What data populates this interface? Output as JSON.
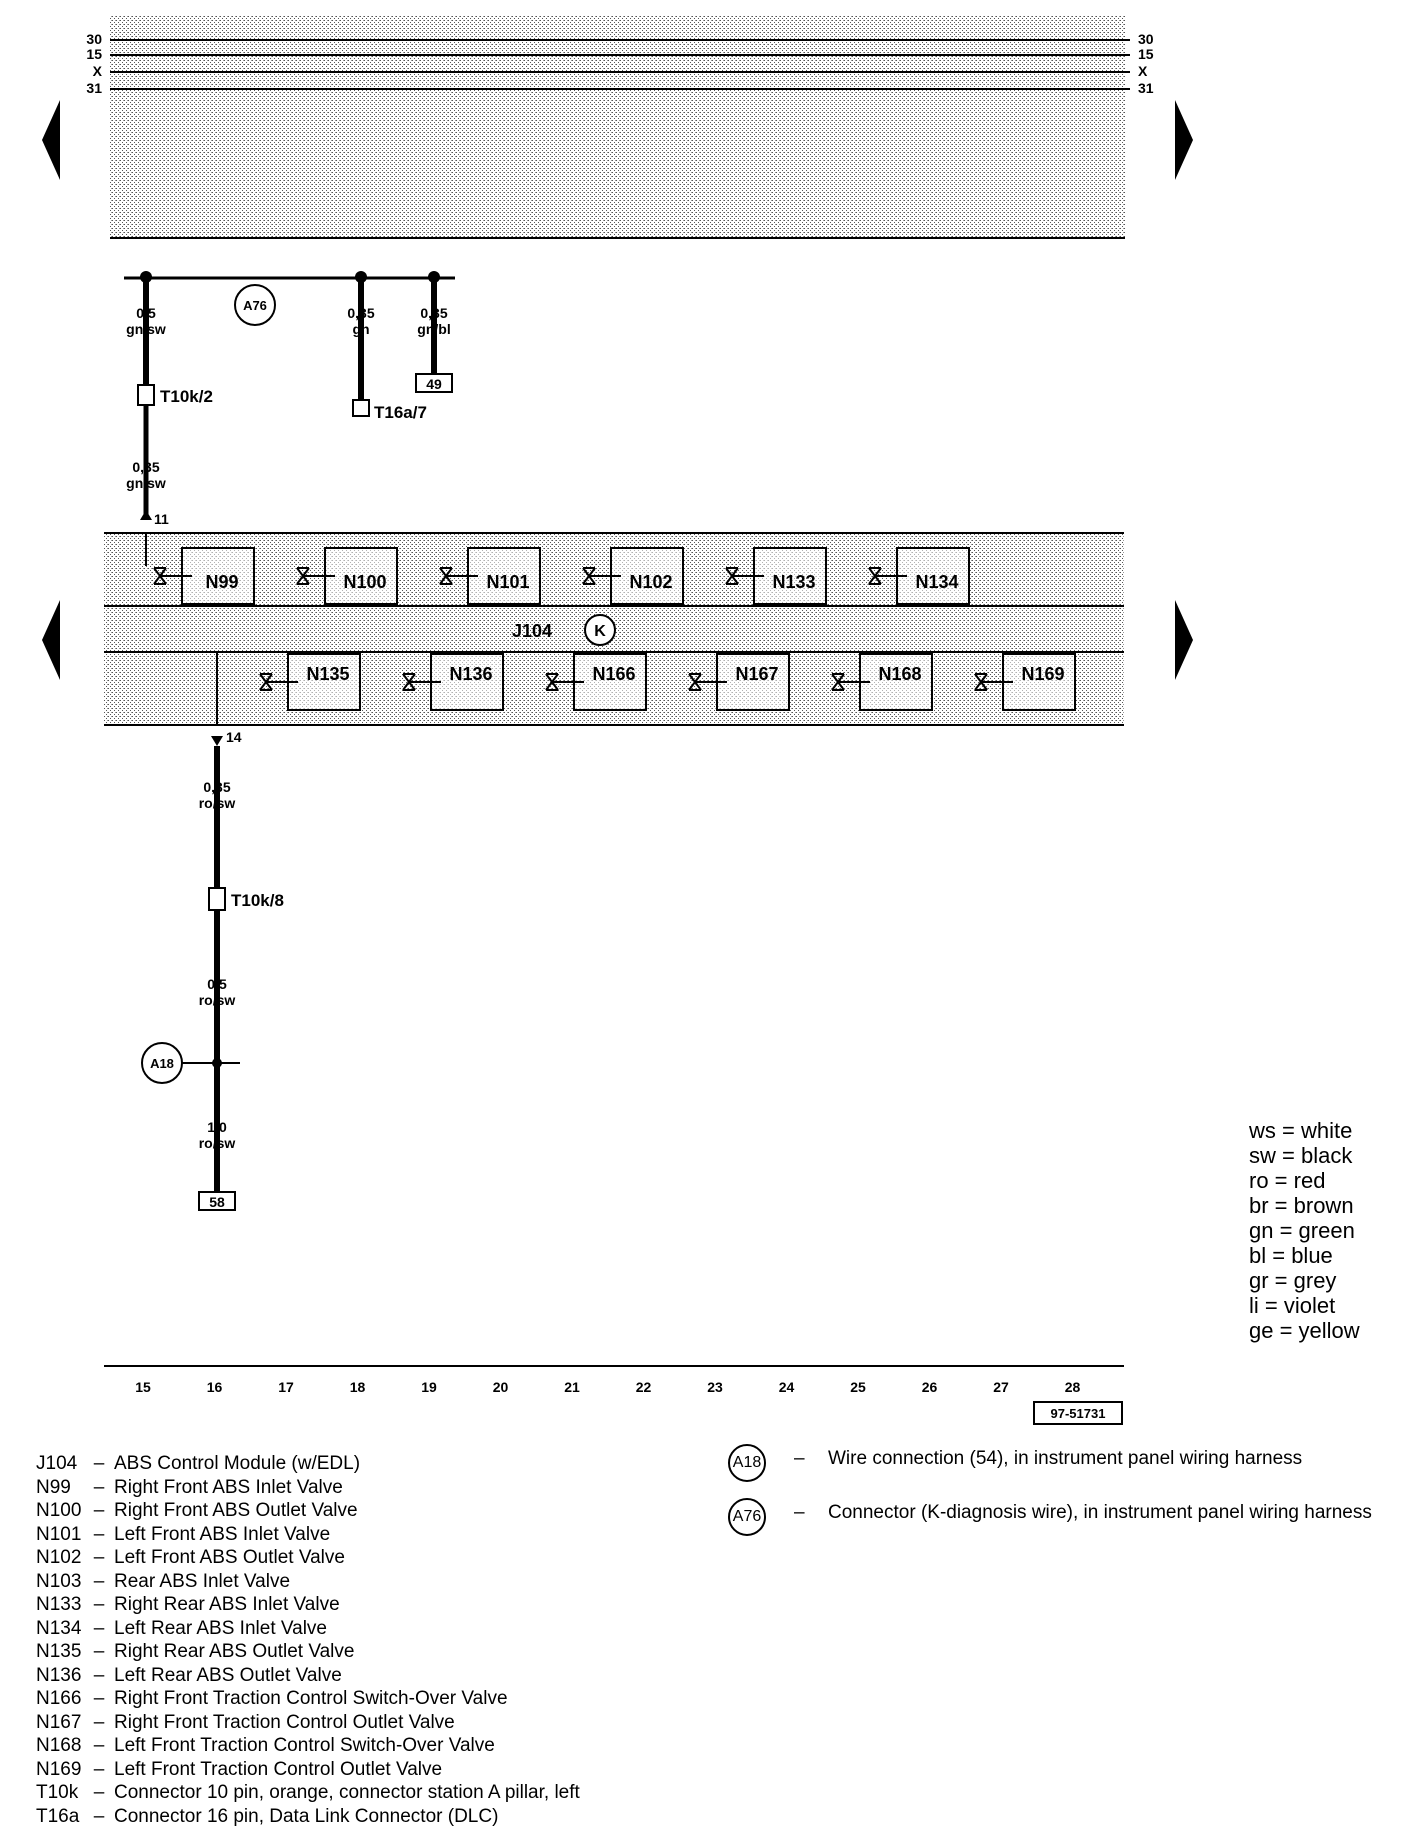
{
  "top_bus": {
    "left_labels": [
      "30",
      "15",
      "X",
      "31"
    ],
    "right_labels": [
      "30",
      "15",
      "X",
      "31"
    ]
  },
  "wires": {
    "w1": {
      "size": "0,5",
      "color": "gn/sw"
    },
    "w2": {
      "size": "0,35",
      "color": "gn"
    },
    "w3": {
      "size": "0,35",
      "color": "gn/bl"
    },
    "w4": {
      "size": "0,35",
      "color": "gn/sw"
    },
    "w5": {
      "size": "0,35",
      "color": "ro/sw"
    },
    "w6": {
      "size": "0,5",
      "color": "ro/sw"
    },
    "w7": {
      "size": "1,0",
      "color": "ro/sw"
    }
  },
  "connectors": {
    "a76": "A76",
    "a18": "A18",
    "t10k2": "T10k/2",
    "t16a7": "T16a/7",
    "t10k8": "T10k/8",
    "ref49": "49",
    "ref58": "58",
    "pin11": "11",
    "pin14": "14"
  },
  "module": {
    "label": "J104",
    "top_valves": [
      "N99",
      "N100",
      "N101",
      "N102",
      "N133",
      "N134"
    ],
    "bottom_valves": [
      "N135",
      "N136",
      "N166",
      "N167",
      "N168",
      "N169"
    ]
  },
  "tracks": [
    "15",
    "16",
    "17",
    "18",
    "19",
    "20",
    "21",
    "22",
    "23",
    "24",
    "25",
    "26",
    "27",
    "28"
  ],
  "figure_id": "97-51731",
  "color_legend": [
    {
      "code": "ws",
      "name": "white"
    },
    {
      "code": "sw",
      "name": "black"
    },
    {
      "code": "ro",
      "name": "red"
    },
    {
      "code": "br",
      "name": "brown"
    },
    {
      "code": "gn",
      "name": "green"
    },
    {
      "code": "bl",
      "name": "blue"
    },
    {
      "code": "gr",
      "name": "grey"
    },
    {
      "code": "li",
      "name": "violet"
    },
    {
      "code": "ge",
      "name": "yellow"
    }
  ],
  "component_legend": [
    {
      "code": "J104",
      "desc": "ABS Control Module (w/EDL)"
    },
    {
      "code": "N99",
      "desc": "Right Front ABS Inlet Valve"
    },
    {
      "code": "N100",
      "desc": "Right Front ABS Outlet Valve"
    },
    {
      "code": "N101",
      "desc": "Left Front ABS Inlet Valve"
    },
    {
      "code": "N102",
      "desc": "Left Front ABS Outlet Valve"
    },
    {
      "code": "N103",
      "desc": "Rear ABS Inlet Valve"
    },
    {
      "code": "N133",
      "desc": "Right Rear ABS Inlet Valve"
    },
    {
      "code": "N134",
      "desc": "Left Rear ABS Inlet Valve"
    },
    {
      "code": "N135",
      "desc": "Right Rear ABS Outlet Valve"
    },
    {
      "code": "N136",
      "desc": "Left Rear ABS Outlet Valve"
    },
    {
      "code": "N166",
      "desc": "Right Front Traction Control Switch-Over Valve"
    },
    {
      "code": "N167",
      "desc": "Right Front Traction Control Outlet Valve"
    },
    {
      "code": "N168",
      "desc": "Left Front Traction Control Switch-Over Valve"
    },
    {
      "code": "N169",
      "desc": "Left Front Traction Control Outlet Valve"
    },
    {
      "code": "T10k",
      "desc": "Connector 10 pin, orange, connector station A pillar, left"
    },
    {
      "code": "T16a",
      "desc": "Connector 16 pin, Data Link Connector (DLC)"
    }
  ],
  "connection_legend": [
    {
      "code": "A18",
      "desc": "Wire connection (54), in instrument panel wiring harness"
    },
    {
      "code": "A76",
      "desc": "Connector (K-diagnosis wire), in instrument panel wiring harness"
    }
  ]
}
